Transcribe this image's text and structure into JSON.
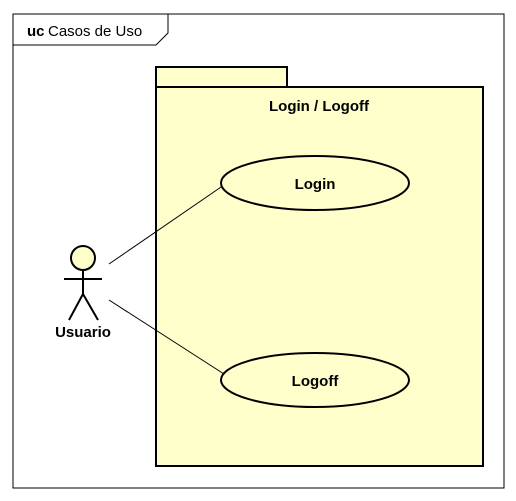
{
  "frame": {
    "keyword": "uc",
    "name": "Casos de Uso"
  },
  "package": {
    "title": "Login / Logoff",
    "fill": "#FFFFCC"
  },
  "use_cases": [
    {
      "label": "Login"
    },
    {
      "label": "Logoff"
    }
  ],
  "actor": {
    "label": "Usuario"
  }
}
